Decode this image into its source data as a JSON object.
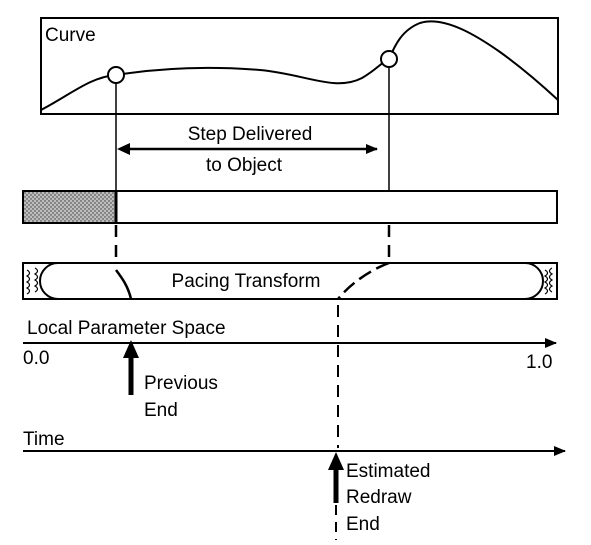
{
  "diagram": {
    "curve_label": "Curve",
    "step_label_line1": "Step Delivered",
    "step_label_line2": "to Object",
    "pacing_label": "Pacing Transform",
    "local_space_label": "Local Parameter Space",
    "axis_start": "0.0",
    "axis_end": "1.0",
    "previous_end_line1": "Previous",
    "previous_end_line2": "End",
    "time_label": "Time",
    "estimated_line1": "Estimated",
    "estimated_line2": "Redraw",
    "estimated_line3": "End"
  }
}
